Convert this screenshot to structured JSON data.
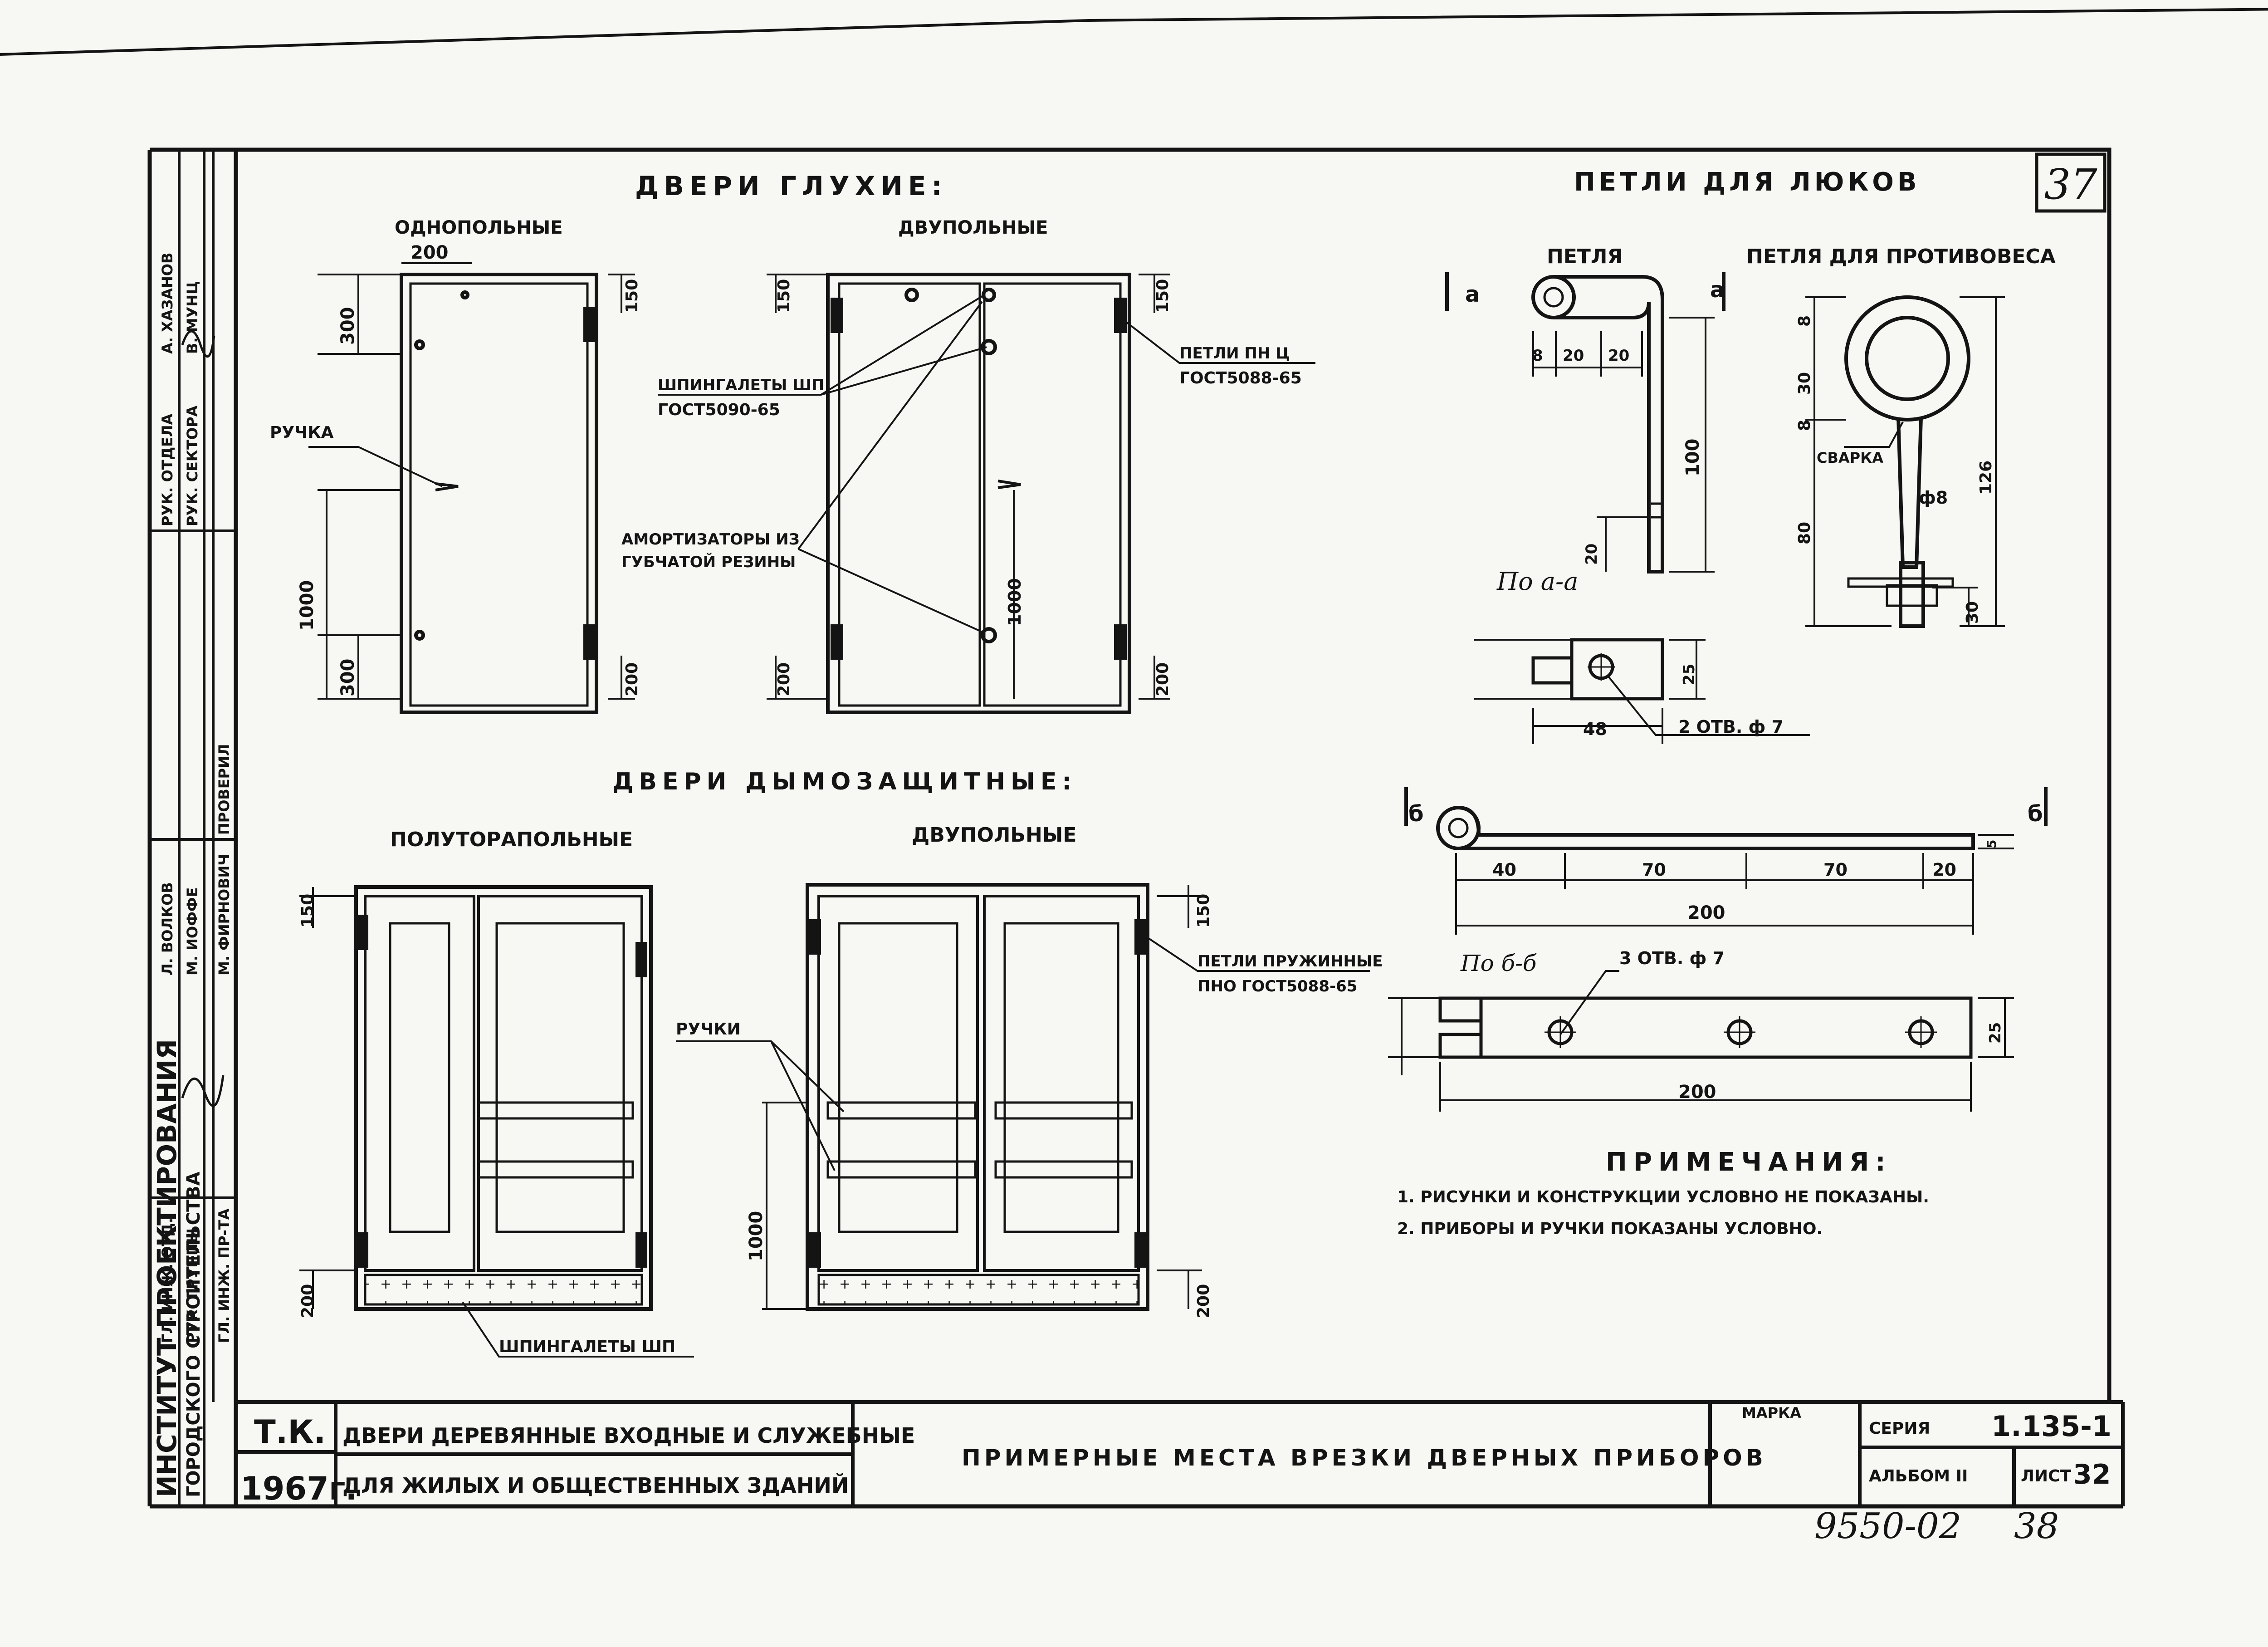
{
  "sheet_number": "37",
  "sections": {
    "blind_doors": "ДВЕРИ ГЛУХИЕ:",
    "single_leaf": "ОДНОПОЛЬНЫЕ",
    "double_leaf": "ДВУПОЛЬНЫЕ",
    "smoke_doors": "ДВЕРИ ДЫМОЗАЩИТНЫЕ:",
    "one_and_half_leaf": "ПОЛУТОРАПОЛЬНЫЕ",
    "double_leaf_smoke": "ДВУПОЛЬНЫЕ",
    "hatch_hinges": "ПЕТЛИ ДЛЯ ЛЮКОВ",
    "hinge": "ПЕТЛЯ",
    "counterweight_hinge": "ПЕТЛЯ ДЛЯ ПРОТИВОВЕСА"
  },
  "labels": {
    "handle": "РУЧКА",
    "latches": "ШПИНГАЛЕТЫ ШП",
    "latches_gost": "ГОСТ5090-65",
    "hinges_pn": "ПЕТЛИ ПН Ц",
    "hinges_gost": "ГОСТ5088-65",
    "shock_1": "АМОРТИЗАТОРЫ ИЗ",
    "shock_2": "ГУБЧАТОЙ РЕЗИНЫ",
    "handles": "РУЧКИ",
    "spring_1": "ПЕТЛИ ПРУЖИННЫЕ",
    "spring_2": "ПНО ГОСТ5088-65",
    "latches_bottom": "ШПИНГАЛЕТЫ ШП",
    "weld": "СВАРКА",
    "section_aa": "По а-а",
    "section_bb": "По б-б",
    "two_holes": "2 ОТВ. ф 7",
    "three_holes": "3 ОТВ. ф 7",
    "mark_a": "а",
    "mark_b": "б"
  },
  "dims": {
    "d200": "200",
    "d300": "300",
    "d1000": "1000",
    "d150": "150",
    "d8": "8",
    "d20": "20",
    "d100": "100",
    "d30": "30",
    "d80": "80",
    "d126": "126",
    "phi8": "ф8",
    "d25": "25",
    "d48": "48",
    "d40": "40",
    "d70": "70",
    "d5": "5"
  },
  "notes": {
    "title": "ПРИМЕЧАНИЯ:",
    "n1": "1. РИСУНКИ И КОНСТРУКЦИИ УСЛОВНО НЕ ПОКАЗАНЫ.",
    "n2": "2. ПРИБОРЫ И РУЧКИ ПОКАЗАНЫ УСЛОВНО."
  },
  "side_stamp": {
    "org_1": "ИНСТИТУТ ПРОЕКТИРОВАНИЯ",
    "org_2": "ГОРОДСКОГО СТРОИТЕЛЬСТВА",
    "r1": "РУК. ОТДЕЛА",
    "r1n": "А. ХАЗАНОВ",
    "r2": "РУК. СЕКТОРА",
    "r2n": "В. МУНЦ",
    "r3": "ГЛ. ИНЖ. ОТД.",
    "r3n": "Л. ВОЛКОВ",
    "r4": "РУК. ГРУППЫ",
    "r4n": "М. ИОФФЕ",
    "r5": "ГЛ. ИНЖ. ПР-ТА",
    "r5n": "М. ФИРНОВИЧ",
    "checked": "ПРОВЕРИЛ"
  },
  "title_block": {
    "tk": "Т.К.",
    "year": "1967г.",
    "name_1": "ДВЕРИ ДЕРЕВЯННЫЕ ВХОДНЫЕ И СЛУЖЕБНЫЕ",
    "name_2": "ДЛЯ ЖИЛЫХ И ОБЩЕСТВЕННЫХ ЗДАНИЙ",
    "sheet_title": "ПРИМЕРНЫЕ МЕСТА ВРЕЗКИ ДВЕРНЫХ ПРИБОРОВ",
    "mark_label": "МАРКА",
    "series_label": "СЕРИЯ",
    "series_value": "1.135-1",
    "album_label": "АЛЬБОМ II",
    "sheet_label": "ЛИСТ",
    "sheet_value": "32"
  },
  "handwritten": {
    "archive_no": "9550-02",
    "page_no": "38"
  }
}
